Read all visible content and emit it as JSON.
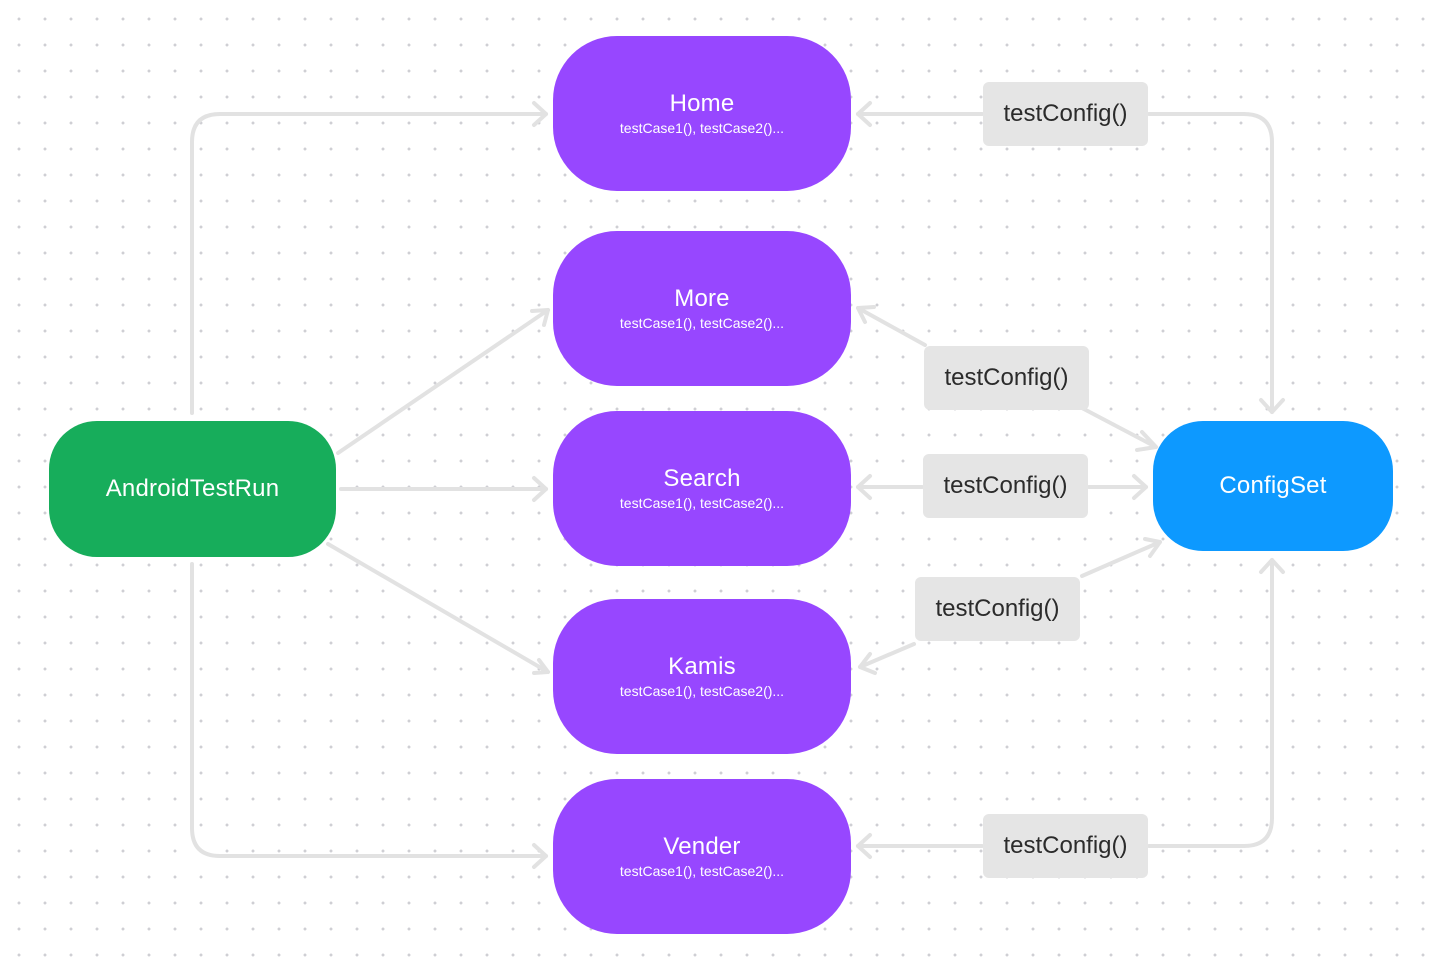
{
  "diagram": {
    "source": {
      "label": "AndroidTestRun",
      "color": "#17ad5b"
    },
    "target": {
      "label": "ConfigSet",
      "color": "#0d99ff"
    },
    "screen_color": "#9747ff",
    "connector_color": "#e2e2e2",
    "label_bg": "#e5e5e5",
    "screens": [
      {
        "name": "Home",
        "subtitle": "testCase1(), testCase2()..."
      },
      {
        "name": "More",
        "subtitle": "testCase1(), testCase2()..."
      },
      {
        "name": "Search",
        "subtitle": "testCase1(), testCase2()..."
      },
      {
        "name": "Kamis",
        "subtitle": "testCase1(), testCase2()..."
      },
      {
        "name": "Vender",
        "subtitle": "testCase1(), testCase2()..."
      }
    ],
    "edge_labels": [
      "testConfig()",
      "testConfig()",
      "testConfig()",
      "testConfig()",
      "testConfig()"
    ]
  }
}
